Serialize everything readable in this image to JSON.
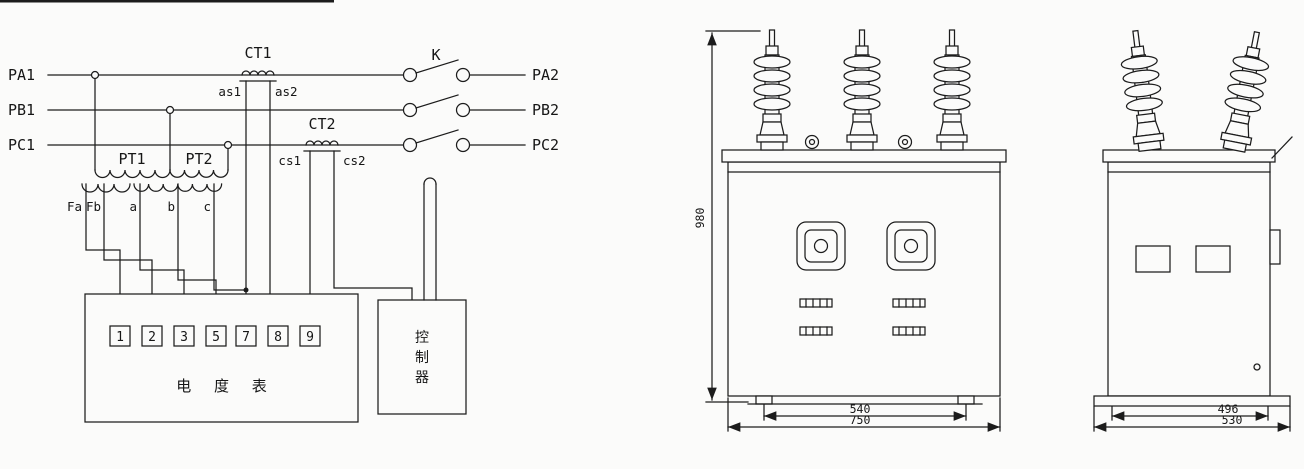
{
  "schematic": {
    "inputs": [
      "PA1",
      "PB1",
      "PC1"
    ],
    "outputs": [
      "PA2",
      "PB2",
      "PC2"
    ],
    "ct1_label": "CT1",
    "ct2_label": "CT2",
    "switch_label": "K",
    "ct1_terminals": [
      "as1",
      "as2"
    ],
    "ct2_terminals": [
      "cs1",
      "cs2"
    ],
    "pt_labels": [
      "PT1",
      "PT2"
    ],
    "pt_taps": [
      "Fa",
      "Fb",
      "a",
      "b",
      "c"
    ],
    "terminal_numbers": [
      "1",
      "2",
      "3",
      "5",
      "7",
      "8",
      "9"
    ],
    "meter_label": "电 度 表",
    "controller_chars": [
      "控",
      "制",
      "器"
    ]
  },
  "front_view": {
    "height_dim": "980",
    "mounting_width_dim": "540",
    "overall_width_dim": "750"
  },
  "side_view": {
    "mounting_depth_dim": "496",
    "overall_depth_dim": "530"
  },
  "colors": {
    "ink": "#1c1c1c",
    "paper": "#fbfbfa"
  }
}
